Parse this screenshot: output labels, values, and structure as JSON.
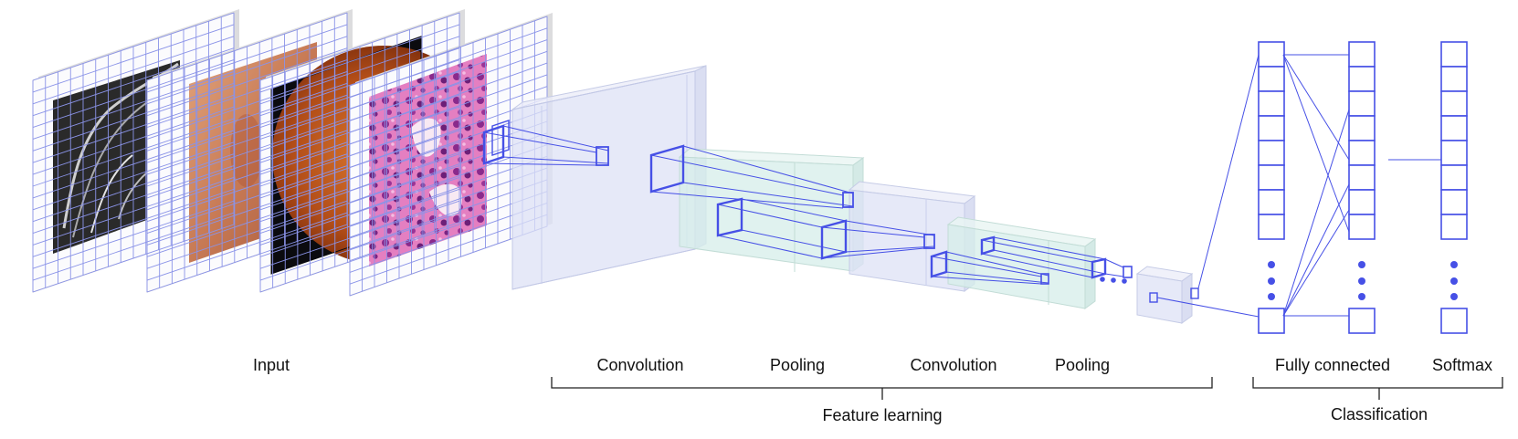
{
  "labels": {
    "input": "Input",
    "conv1": "Convolution",
    "pool1": "Pooling",
    "conv2": "Convolution",
    "pool2": "Pooling",
    "feature_learning": "Feature learning",
    "fully_connected": "Fully connected",
    "softmax": "Softmax",
    "classification": "Classification"
  },
  "colors": {
    "kernel": "#4650e6",
    "conv_layer": "#dde1f5",
    "pool_layer": "#d6ede9",
    "grid": "#8a93e8"
  },
  "input_images": [
    "mri-slice-image",
    "skin-lesion-image",
    "retina-fundus-image",
    "histology-tissue-image"
  ]
}
